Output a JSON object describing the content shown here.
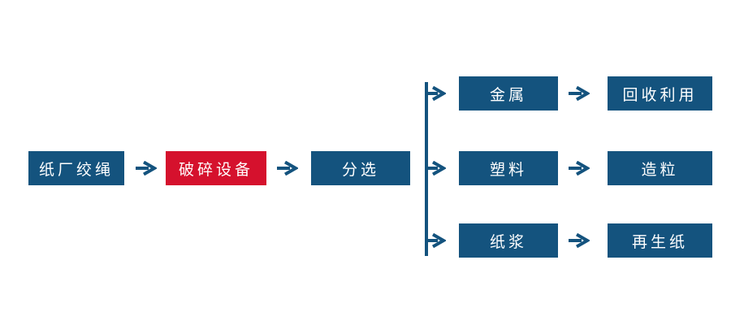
{
  "diagram": {
    "type": "flowchart",
    "description": "Paper mill rope recycling process flow"
  },
  "colors": {
    "node_blue": "#14537E",
    "node_red": "#D5112D",
    "connector_blue": "#14537E",
    "text_white": "#FFFFFF",
    "background": "#FFFFFF"
  },
  "main_flow": {
    "nodes": [
      {
        "label": "纸厂绞绳",
        "variant": "blue"
      },
      {
        "label": "破碎设备",
        "variant": "red"
      },
      {
        "label": "分选",
        "variant": "blue"
      }
    ]
  },
  "branches": [
    {
      "material": "金属",
      "outcome": "回收利用"
    },
    {
      "material": "塑料",
      "outcome": "造粒"
    },
    {
      "material": "纸浆",
      "outcome": "再生纸"
    }
  ]
}
